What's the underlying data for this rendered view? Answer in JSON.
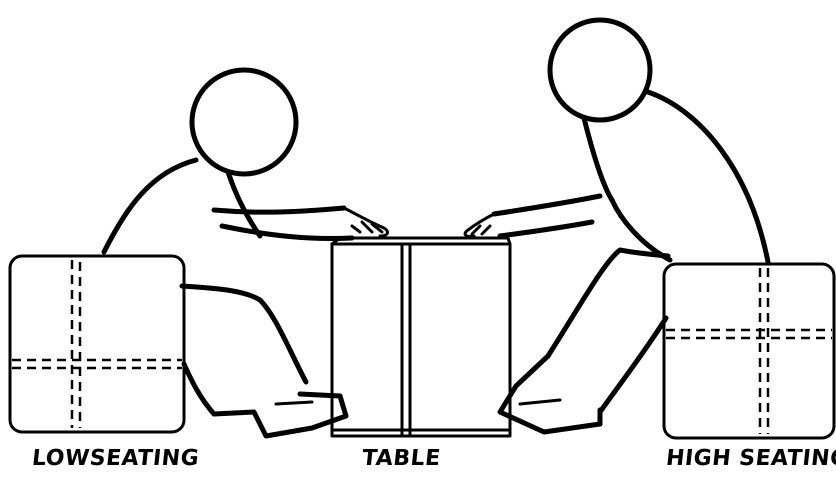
{
  "labels": {
    "low_seating": "LOWSEATING",
    "table": "TABLE",
    "high_seating": "HIGH SEATING"
  }
}
